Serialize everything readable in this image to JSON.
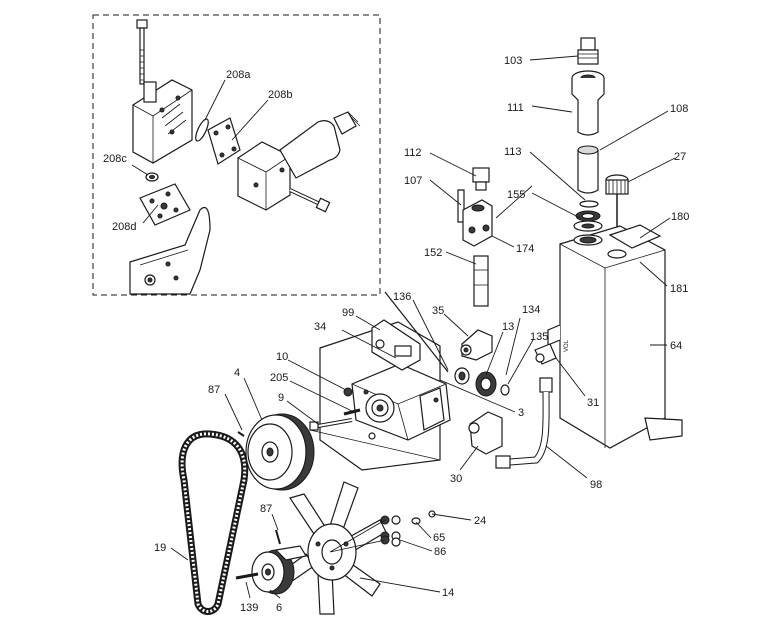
{
  "diagram": {
    "type": "exploded-parts-view",
    "callouts": {
      "c208a": "208a",
      "c208b": "208b",
      "c208c": "208c",
      "c208d": "208d",
      "c103": "103",
      "c111": "111",
      "c108": "108",
      "c113": "113",
      "c27": "27",
      "c112": "112",
      "c107": "107",
      "c155": "155",
      "c180": "180",
      "c174": "174",
      "c152": "152",
      "c181": "181",
      "c136": "136",
      "c99": "99",
      "c35": "35",
      "c134": "134",
      "c13": "13",
      "c135": "135",
      "c34": "34",
      "c64": "64",
      "c10": "10",
      "c87a": "87",
      "c4": "4",
      "c205": "205",
      "c31": "31",
      "c9": "9",
      "c3": "3",
      "c30": "30",
      "c98": "98",
      "c24": "24",
      "c87b": "87",
      "c65": "65",
      "c19": "19",
      "c86": "86",
      "c14": "14",
      "c139": "139",
      "c6": "6"
    }
  }
}
